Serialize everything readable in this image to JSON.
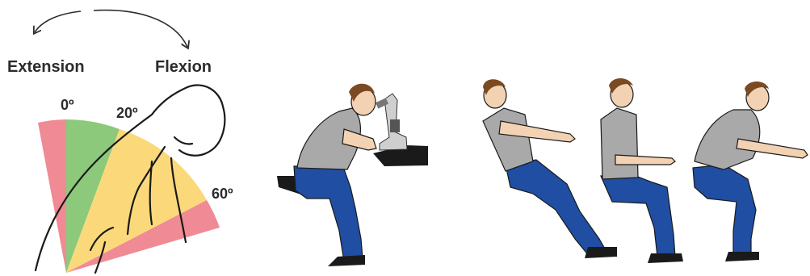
{
  "diagram": {
    "labels": {
      "extension": "Extension",
      "flexion": "Flexion",
      "angle_0": "0º",
      "angle_20": "20º",
      "angle_60": "60º"
    },
    "zones": [
      {
        "name": "extension-zone",
        "color": "#f08a95"
      },
      {
        "name": "neutral-zone",
        "color": "#8cc97a"
      },
      {
        "name": "moderate-flexion-zone",
        "color": "#fbd97a"
      },
      {
        "name": "severe-flexion-zone",
        "color": "#f08a95"
      }
    ],
    "colors": {
      "shirt": "#a9a9a9",
      "pants": "#1f4ea3",
      "skin": "#f3d2b3",
      "hair": "#7a4a22",
      "shoe": "#1a1a1a",
      "outline": "#1a1a1a"
    }
  }
}
